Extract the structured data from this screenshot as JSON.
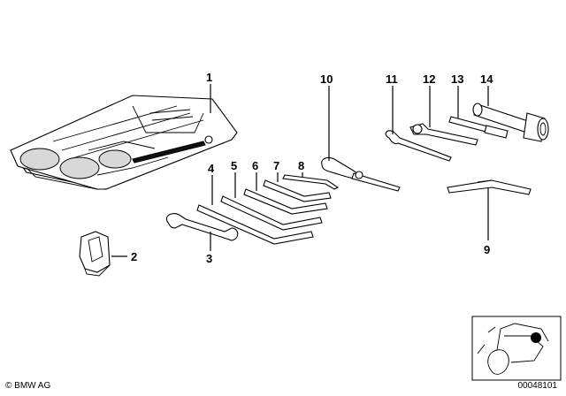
{
  "callouts": {
    "c1": "1",
    "c2": "2",
    "c3": "3",
    "c4": "4",
    "c5": "5",
    "c6": "6",
    "c7": "7",
    "c8": "8",
    "c9": "9",
    "c10": "10",
    "c11": "11",
    "c12": "12",
    "c13": "13",
    "c14": "14"
  },
  "footer": {
    "copyright": "© BMW AG",
    "diagram_id": "00048101"
  }
}
